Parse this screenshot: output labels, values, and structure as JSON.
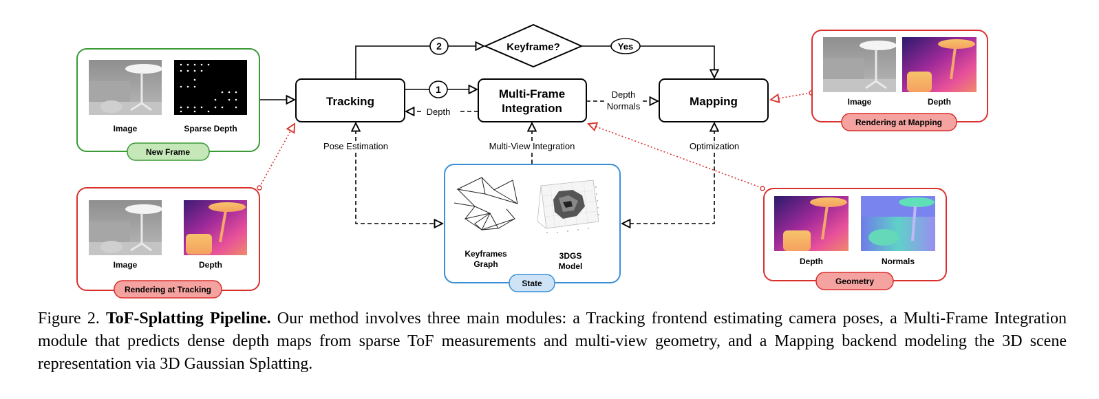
{
  "nodes": {
    "tracking": "Tracking",
    "mfi_line1": "Multi-Frame",
    "mfi_line2": "Integration",
    "mapping": "Mapping",
    "keyframe": "Keyframe?",
    "yes": "Yes",
    "step1": "1",
    "step2": "2"
  },
  "edges": {
    "depth": "Depth",
    "depth_normals_line1": "Depth",
    "depth_normals_line2": "Normals",
    "pose_estimation": "Pose Estimation",
    "multiview_integration": "Multi-View Integration",
    "optimization": "Optimization"
  },
  "panels": {
    "new_frame": {
      "tag": "New Frame",
      "left_label": "Image",
      "right_label": "Sparse Depth"
    },
    "render_tracking": {
      "tag": "Rendering at Tracking",
      "left_label": "Image",
      "right_label": "Depth"
    },
    "render_mapping": {
      "tag": "Rendering at Mapping",
      "left_label": "Image",
      "right_label": "Depth"
    },
    "geometry": {
      "tag": "Geometry",
      "left_label": "Depth",
      "right_label": "Normals"
    },
    "state": {
      "tag": "State",
      "left_label_1": "Keyframes",
      "left_label_2": "Graph",
      "right_label_1": "3DGS",
      "right_label_2": "Model"
    }
  },
  "colors": {
    "green": "#3a9a35",
    "green_fill": "#c6e8b8",
    "red": "#d9302c",
    "red_fill": "#f4a3a0",
    "blue": "#3a8fd8",
    "blue_fill": "#cfe3f7"
  },
  "caption": {
    "lead": "Figure 2. ",
    "title": "ToF-Splatting Pipeline.",
    "body": " Our method involves three main modules: a Tracking frontend estimating camera poses, a Multi-Frame Integration module that predicts dense depth maps from sparse ToF measurements and multi-view geometry, and a Mapping backend modeling the 3D scene representation via 3D Gaussian Splatting."
  }
}
